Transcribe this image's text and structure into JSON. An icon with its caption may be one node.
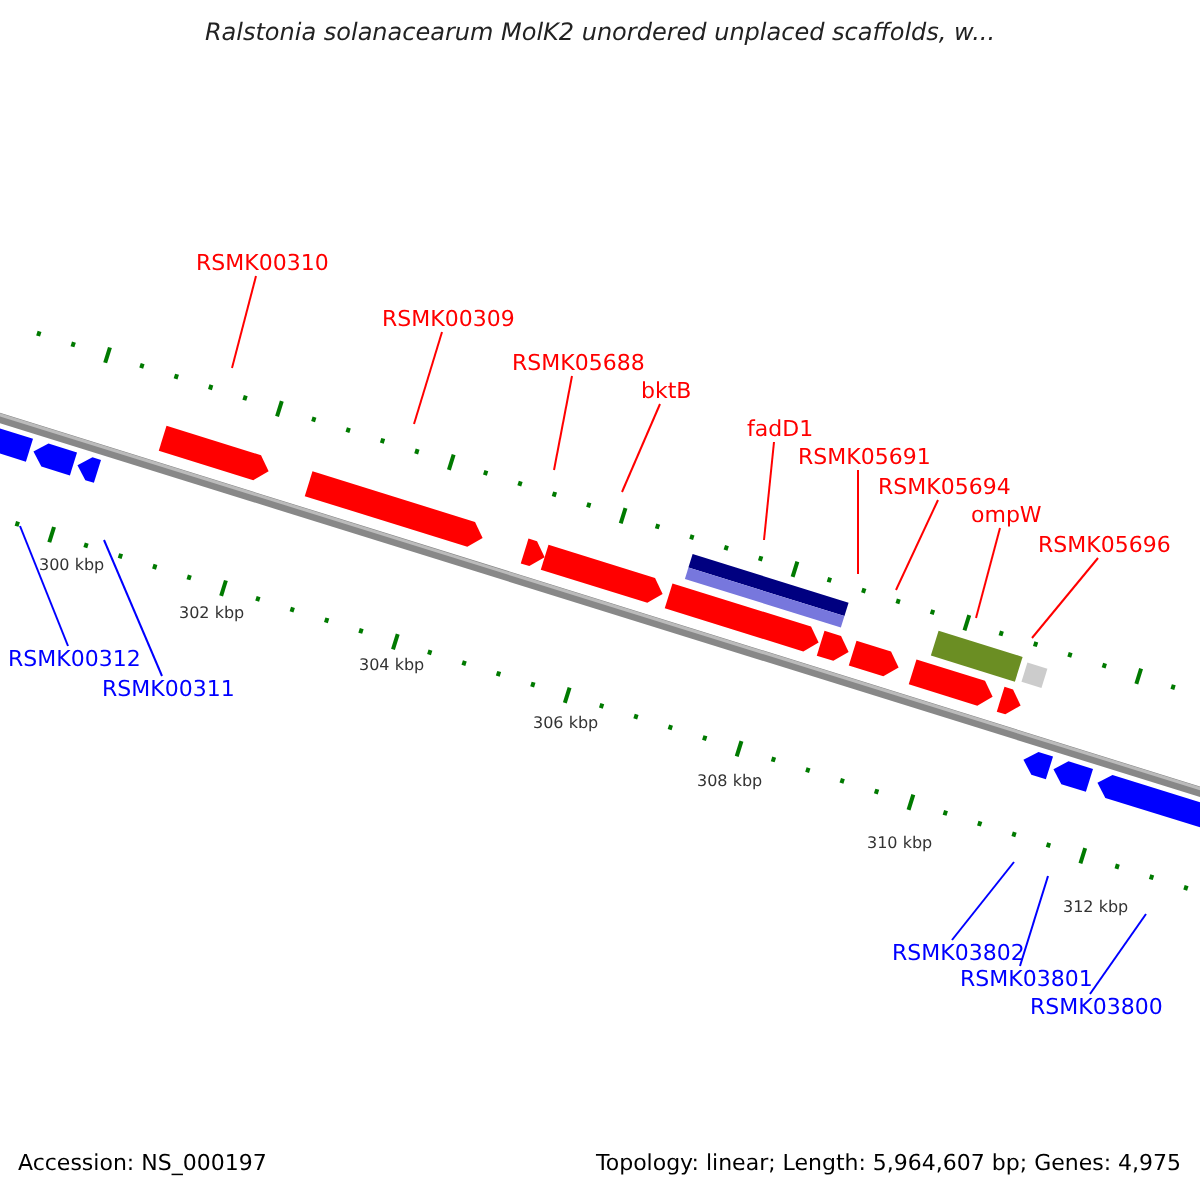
{
  "diagram": {
    "title": "Ralstonia solanacearum MolK2 unordered unplaced scaffolds, w...",
    "nodes": [
      {
        "text": [
          "RSMK00310"
        ]
      },
      {
        "text": [
          "RSMK00309"
        ]
      },
      {
        "text": [
          "RSMK05688"
        ]
      },
      {
        "text": [
          "bktB"
        ]
      },
      {
        "text": [
          "fadD1"
        ]
      },
      {
        "text": [
          "RSMK05691"
        ]
      },
      {
        "text": [
          "RSMK05694"
        ]
      },
      {
        "text": [
          "ompW"
        ]
      },
      {
        "text": [
          "RSMK05696"
        ]
      },
      {
        "text": [
          "RSMK00312"
        ]
      },
      {
        "text": [
          "RSMK00311"
        ]
      },
      {
        "text": [
          "RSMK03802"
        ]
      },
      {
        "text": [
          "RSMK03801"
        ]
      },
      {
        "text": [
          "RSMK03800"
        ]
      }
    ],
    "edges": [
      {
        "from": 0,
        "to": null,
        "arrow": "none"
      },
      {
        "from": 1,
        "to": null,
        "arrow": "none"
      },
      {
        "from": 2,
        "to": null,
        "arrow": "none"
      },
      {
        "from": 3,
        "to": null,
        "arrow": "none"
      },
      {
        "from": 4,
        "to": null,
        "arrow": "none"
      },
      {
        "from": 5,
        "to": null,
        "arrow": "none"
      },
      {
        "from": 6,
        "to": null,
        "arrow": "none"
      },
      {
        "from": 7,
        "to": null,
        "arrow": "none"
      },
      {
        "from": 8,
        "to": null,
        "arrow": "none"
      },
      {
        "from": 9,
        "to": null,
        "arrow": "none",
        "color": "#0000ff"
      },
      {
        "from": 10,
        "to": null,
        "arrow": "none",
        "color": "#0000ff"
      },
      {
        "from": 11,
        "to": null,
        "arrow": "none",
        "color": "#0000ff"
      },
      {
        "from": 12,
        "to": null,
        "arrow": "none",
        "color": "#0000ff"
      },
      {
        "from": 13,
        "to": null,
        "arrow": "none",
        "color": "#0000ff"
      }
    ],
    "labels": [
      "300 kbp",
      "302 kbp",
      "304 kbp",
      "306 kbp",
      "308 kbp",
      "310 kbp",
      "312 kbp",
      "Accession: NS_000197",
      "Topology: linear; Length: 5,964,607 bp; Genes: 4,975"
    ]
  }
}
